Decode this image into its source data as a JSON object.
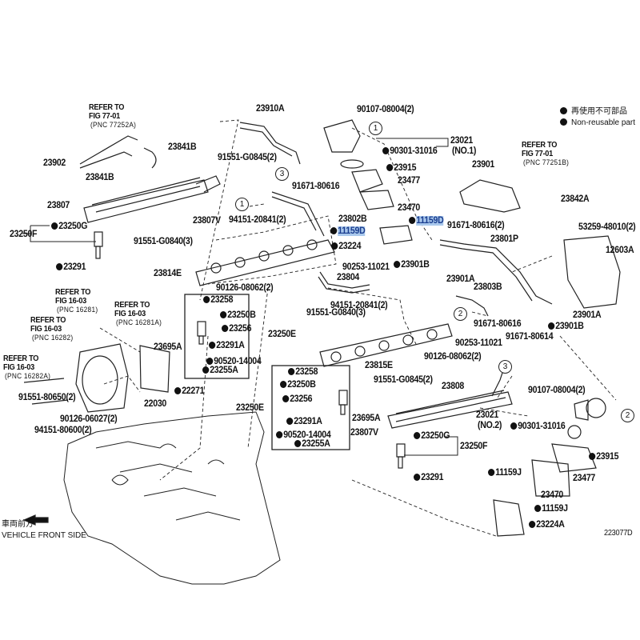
{
  "legend": {
    "jp": "再使用不可部品",
    "en": "Non-reusable part"
  },
  "front_marker": {
    "jp": "車両前方",
    "en": "VEHICLE FRONT SIDE"
  },
  "figure_code": "223077D",
  "refs": [
    {
      "lines": [
        "REFER TO",
        "FIG 77-01",
        "(PNC 77252A)"
      ]
    },
    {
      "lines": [
        "REFER TO",
        "FIG 77-01",
        "(PNC 77251B)"
      ]
    },
    {
      "lines": [
        "REFER TO",
        "FIG 16-03",
        "(PNC 16281)"
      ]
    },
    {
      "lines": [
        "REFER TO",
        "FIG 16-03",
        "(PNC 16281A)"
      ]
    },
    {
      "lines": [
        "REFER TO",
        "FIG 16-03",
        "(PNC 16282)"
      ]
    },
    {
      "lines": [
        "REFER TO",
        "FIG 16-03",
        "(PNC 16282A)"
      ]
    }
  ],
  "callouts": [
    {
      "text": "23910A"
    },
    {
      "text": "23841B"
    },
    {
      "text": "23902"
    },
    {
      "text": "91551-G0845(2)"
    },
    {
      "text": "23841B"
    },
    {
      "text": "23807"
    },
    {
      "text": "23807V"
    },
    {
      "text": "94151-20841(2)"
    },
    {
      "text": "23250G",
      "dot": true
    },
    {
      "text": "23250F"
    },
    {
      "text": "91551-G0840(3)"
    },
    {
      "text": "23291",
      "dot": true
    },
    {
      "text": "23814E"
    },
    {
      "text": "90126-08062(2)"
    },
    {
      "text": "91671-80616"
    },
    {
      "text": "23802B"
    },
    {
      "text": "11159D",
      "dot": true,
      "highlight": true
    },
    {
      "text": "23224",
      "dot": true
    },
    {
      "text": "90253-11021"
    },
    {
      "text": "23804"
    },
    {
      "text": "90107-08004(2)"
    },
    {
      "text": "23021"
    },
    {
      "text": "(NO.1)"
    },
    {
      "text": "90301-31016",
      "dot": true
    },
    {
      "text": "23915",
      "dot": true
    },
    {
      "text": "23477"
    },
    {
      "text": "23470"
    },
    {
      "text": "11159D",
      "dot": true,
      "highlight": true
    },
    {
      "text": "91671-80616(2)"
    },
    {
      "text": "23901B",
      "dot": true
    },
    {
      "text": "23901A"
    },
    {
      "text": "23801P"
    },
    {
      "text": "23803B"
    },
    {
      "text": "23901"
    },
    {
      "text": "23842A"
    },
    {
      "text": "53259-48010(2)"
    },
    {
      "text": "12603A"
    },
    {
      "text": "23901A"
    },
    {
      "text": "23901B",
      "dot": true
    },
    {
      "text": "91671-80616"
    },
    {
      "text": "91671-80614"
    },
    {
      "text": "94151-20841(2)"
    },
    {
      "text": "91551-G0840(3)"
    },
    {
      "text": "90253-11021"
    },
    {
      "text": "90126-08062(2)"
    },
    {
      "text": "23815E"
    },
    {
      "text": "91551-G0845(2)"
    },
    {
      "text": "23808"
    },
    {
      "text": "90107-08004(2)"
    },
    {
      "text": "23021"
    },
    {
      "text": "(NO.2)"
    },
    {
      "text": "90301-31016",
      "dot": true
    },
    {
      "text": "23695A"
    },
    {
      "text": "23807V"
    },
    {
      "text": "23250G",
      "dot": true
    },
    {
      "text": "23250F"
    },
    {
      "text": "23915",
      "dot": true
    },
    {
      "text": "23291",
      "dot": true
    },
    {
      "text": "11159J",
      "dot": true
    },
    {
      "text": "23477"
    },
    {
      "text": "23470"
    },
    {
      "text": "11159J",
      "dot": true
    },
    {
      "text": "23224A",
      "dot": true
    },
    {
      "text": "23258",
      "dot": true
    },
    {
      "text": "23250B",
      "dot": true
    },
    {
      "text": "23256",
      "dot": true
    },
    {
      "text": "23250E"
    },
    {
      "text": "23291A",
      "dot": true
    },
    {
      "text": "90520-14004",
      "dot": true
    },
    {
      "text": "23255A",
      "dot": true
    },
    {
      "text": "23695A"
    },
    {
      "text": "23258",
      "dot": true
    },
    {
      "text": "23250B",
      "dot": true
    },
    {
      "text": "23256",
      "dot": true
    },
    {
      "text": "23250E"
    },
    {
      "text": "23291A",
      "dot": true
    },
    {
      "text": "90520-14004",
      "dot": true
    },
    {
      "text": "23255A",
      "dot": true
    },
    {
      "text": "22271",
      "dot": true
    },
    {
      "text": "22030"
    },
    {
      "text": "91551-80650(2)"
    },
    {
      "text": "90126-06027(2)"
    },
    {
      "text": "94151-80600(2)"
    }
  ],
  "circle_markers": [
    "1",
    "1",
    "2",
    "2",
    "3",
    "3"
  ]
}
